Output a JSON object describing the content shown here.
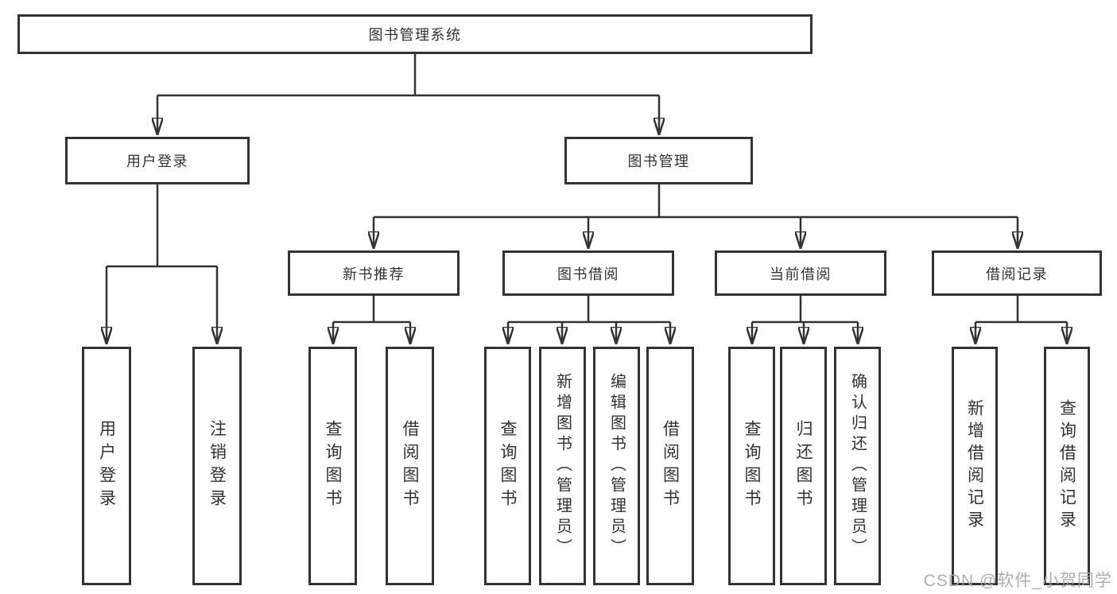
{
  "diagram_title": "图书管理系统",
  "colors": {
    "line": "#333333",
    "box_border": "#333333",
    "text": "#333333",
    "background": "#ffffff",
    "watermark": "#a5a5a5"
  },
  "nodes": {
    "root": {
      "label": "图书管理系统"
    },
    "user_login": {
      "label": "用户登录",
      "children": [
        {
          "label": "用户登录"
        },
        {
          "label": "注销登录"
        }
      ]
    },
    "book_mgmt": {
      "label": "图书管理",
      "children": [
        {
          "label": "新书推荐",
          "children": [
            {
              "label": "查询图书"
            },
            {
              "label": "借阅图书"
            }
          ]
        },
        {
          "label": "图书借阅",
          "children": [
            {
              "label": "查询图书"
            },
            {
              "label": "新增图书（管理员）"
            },
            {
              "label": "编辑图书（管理员）"
            },
            {
              "label": "借阅图书"
            }
          ]
        },
        {
          "label": "当前借阅",
          "children": [
            {
              "label": "查询图书"
            },
            {
              "label": "归还图书"
            },
            {
              "label": "确认归还（管理员）"
            }
          ]
        },
        {
          "label": "借阅记录",
          "children": [
            {
              "label": "新增借阅记录"
            },
            {
              "label": "查询借阅记录"
            }
          ]
        }
      ]
    }
  },
  "watermark": {
    "text": "CSDN @软件_小贺同学"
  }
}
